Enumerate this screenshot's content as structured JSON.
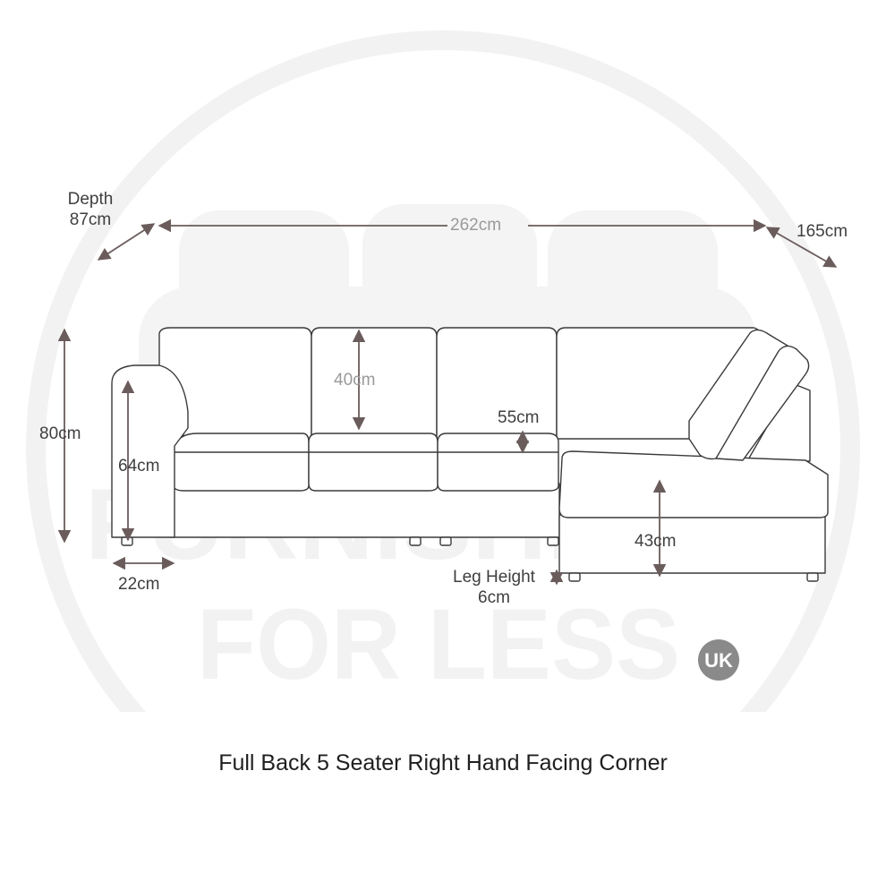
{
  "caption": "Full Back 5 Seater Right Hand Facing Corner",
  "dimensions": {
    "depth_label": "Depth",
    "depth_value": "87cm",
    "width": "262cm",
    "corner_length": "165cm",
    "height": "80cm",
    "seat_height": "64cm",
    "arm_width": "22cm",
    "back_cushion": "40cm",
    "seat_depth": "55cm",
    "chaise_height": "43cm",
    "leg_height_label": "Leg Height",
    "leg_height_value": "6cm"
  },
  "watermark": {
    "line1": "FURNISHINGS",
    "line2": "FOR LESS",
    "badge": "UK"
  },
  "colors": {
    "outline": "#3a3a3a",
    "arrow": "#6b5c5c",
    "watermark": "#f3f3f3",
    "badge": "#8a8a8a"
  }
}
